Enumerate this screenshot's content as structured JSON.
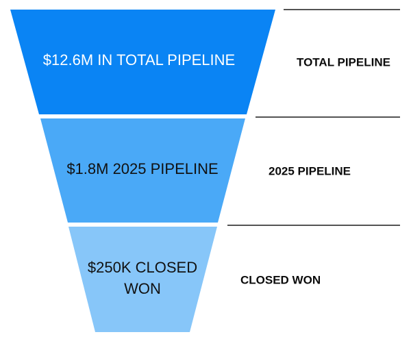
{
  "funnel": {
    "stages": [
      {
        "lines": [
          "$12.6M IN TOTAL PIPELINE"
        ],
        "side_label": "TOTAL PIPELINE",
        "fill": "#0a84f4",
        "text_color": "#ffffff"
      },
      {
        "lines": [
          "$1.8M 2025 PIPELINE"
        ],
        "side_label": "2025 PIPELINE",
        "fill": "#4aa9f7",
        "text_color": "#111111"
      },
      {
        "lines": [
          "$250K CLOSED",
          "WON"
        ],
        "side_label": "CLOSED WON",
        "fill": "#87c6f9",
        "text_color": "#111111"
      }
    ]
  }
}
